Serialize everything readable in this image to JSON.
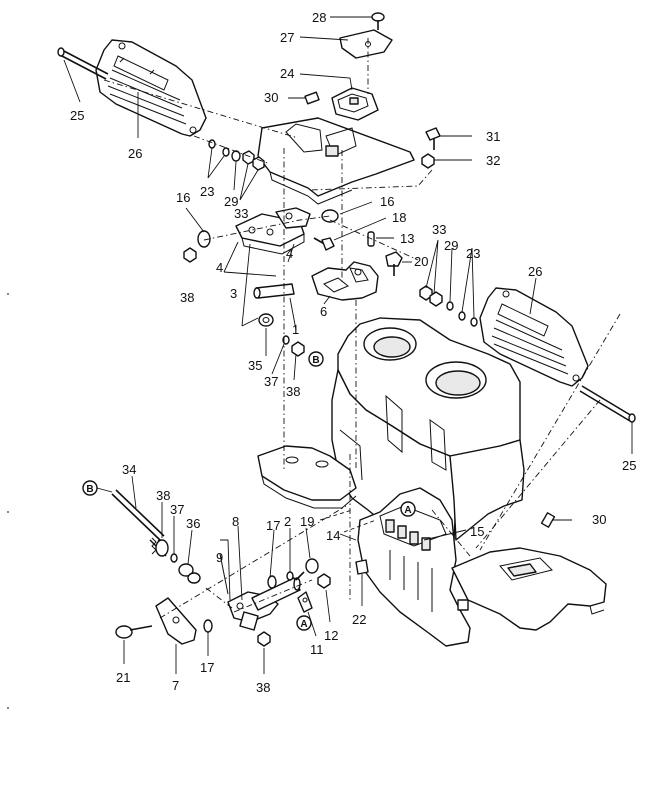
{
  "diagram": {
    "callouts": [
      {
        "id": "c28",
        "text": "28"
      },
      {
        "id": "c27",
        "text": "27"
      },
      {
        "id": "c24",
        "text": "24"
      },
      {
        "id": "c30a",
        "text": "30"
      },
      {
        "id": "c25a",
        "text": "25"
      },
      {
        "id": "c26a",
        "text": "26"
      },
      {
        "id": "c31",
        "text": "31"
      },
      {
        "id": "c32",
        "text": "32"
      },
      {
        "id": "c23a",
        "text": "23"
      },
      {
        "id": "c29a",
        "text": "29"
      },
      {
        "id": "c33a",
        "text": "33"
      },
      {
        "id": "c16a",
        "text": "16"
      },
      {
        "id": "c16b",
        "text": "16"
      },
      {
        "id": "c18",
        "text": "18"
      },
      {
        "id": "c13",
        "text": "13"
      },
      {
        "id": "c4a",
        "text": "4"
      },
      {
        "id": "c4b",
        "text": "4"
      },
      {
        "id": "c3",
        "text": "3"
      },
      {
        "id": "c38a",
        "text": "38"
      },
      {
        "id": "c33b",
        "text": "33"
      },
      {
        "id": "c29b",
        "text": "29"
      },
      {
        "id": "c23b",
        "text": "23"
      },
      {
        "id": "c20",
        "text": "20"
      },
      {
        "id": "c26b",
        "text": "26"
      },
      {
        "id": "c6",
        "text": "6"
      },
      {
        "id": "c1",
        "text": "1"
      },
      {
        "id": "c35",
        "text": "35"
      },
      {
        "id": "c37a",
        "text": "37"
      },
      {
        "id": "c38b",
        "text": "38"
      },
      {
        "id": "c25b",
        "text": "25"
      },
      {
        "id": "c34",
        "text": "34"
      },
      {
        "id": "c38c",
        "text": "38"
      },
      {
        "id": "c37b",
        "text": "37"
      },
      {
        "id": "c36",
        "text": "36"
      },
      {
        "id": "c8",
        "text": "8"
      },
      {
        "id": "c9",
        "text": "9"
      },
      {
        "id": "c17a",
        "text": "17"
      },
      {
        "id": "c2",
        "text": "2"
      },
      {
        "id": "c19",
        "text": "19"
      },
      {
        "id": "c14",
        "text": "14"
      },
      {
        "id": "c15",
        "text": "15"
      },
      {
        "id": "c30b",
        "text": "30"
      },
      {
        "id": "c22",
        "text": "22"
      },
      {
        "id": "c12",
        "text": "12"
      },
      {
        "id": "c11",
        "text": "11"
      },
      {
        "id": "c17b",
        "text": "17"
      },
      {
        "id": "c21",
        "text": "21"
      },
      {
        "id": "c7",
        "text": "7"
      },
      {
        "id": "c38d",
        "text": "38"
      }
    ],
    "reference_markers": [
      {
        "id": "rB1",
        "text": "B"
      },
      {
        "id": "rB2",
        "text": "B"
      },
      {
        "id": "rA1",
        "text": "A"
      },
      {
        "id": "rA2",
        "text": "A"
      }
    ]
  }
}
